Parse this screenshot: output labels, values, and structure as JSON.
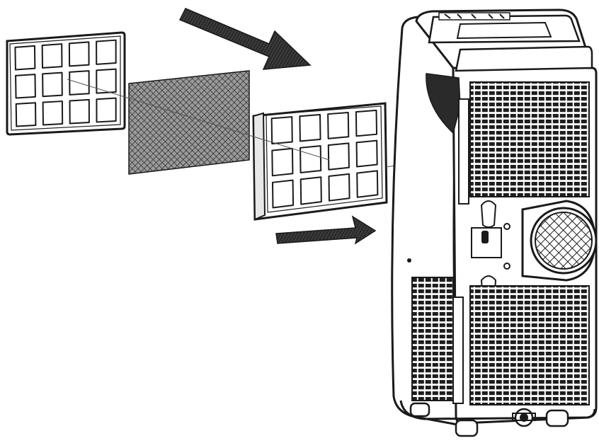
{
  "diagram": {
    "labels": [],
    "colors": {
      "line": "#1a1a1a",
      "fill": "#ffffff",
      "arrow": "#2b2b2b",
      "mesh": "#3a3a3a",
      "guide": "#555555"
    },
    "parts": [
      {
        "name": "outer-filter-frame",
        "kind": "grid-frame",
        "rows": 3,
        "cols": 4
      },
      {
        "name": "filter-mesh",
        "kind": "mesh-sheet"
      },
      {
        "name": "inner-filter-frame",
        "kind": "grid-frame",
        "rows": 3,
        "cols": 4
      },
      {
        "name": "portable-air-conditioner",
        "kind": "appliance"
      }
    ],
    "arrows": [
      {
        "name": "insert-arrow-upper",
        "direction": "down-right"
      },
      {
        "name": "insert-arrow-lower",
        "direction": "right"
      }
    ],
    "icons": [
      "arrow-icon",
      "vent-grille-icon",
      "exhaust-port-icon",
      "caster-wheel-icon",
      "knob-icon"
    ]
  }
}
